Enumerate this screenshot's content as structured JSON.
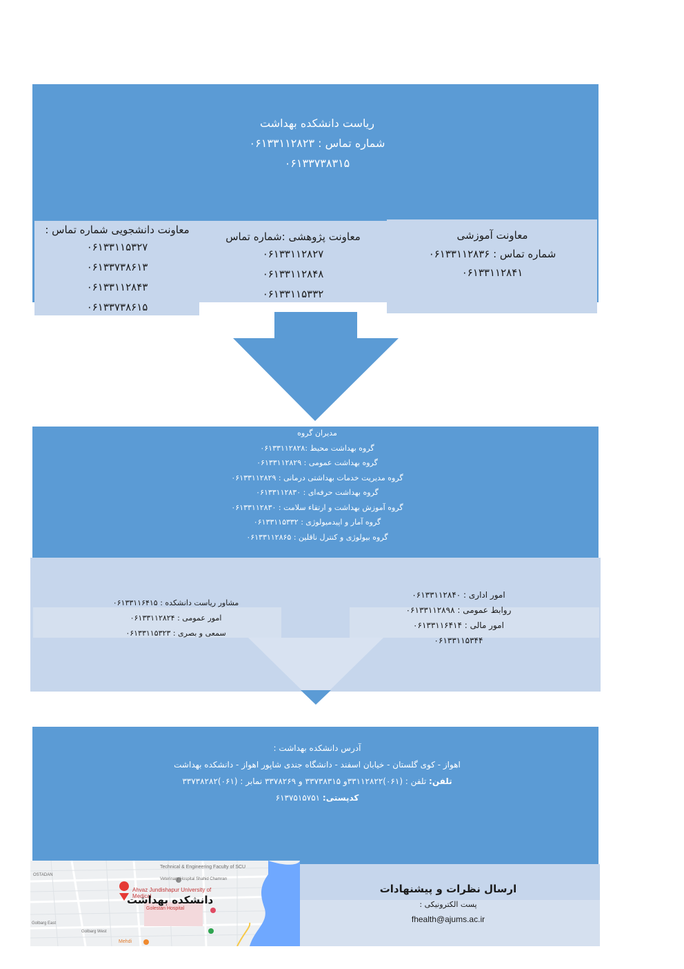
{
  "top_box": {
    "title": "ریاست دانشکده بهداشت",
    "phone_line": "شماره تماس : ۰۶۱۳۳۱۱۲۸۲۳",
    "phone_line2": "۰۶۱۳۳۷۳۸۳۱۵"
  },
  "deputies": {
    "student": {
      "heading": "معاونت دانشجویی شماره تماس :",
      "phones": [
        "۰۶۱۳۳۱۱۵۳۲۷",
        "۰۶۱۳۳۷۳۸۶۱۳",
        "۰۶۱۳۳۱۱۲۸۴۳",
        "۰۶۱۳۳۷۳۸۶۱۵"
      ]
    },
    "research": {
      "heading": "معاونت پژوهشی :شماره تماس",
      "phones": [
        "۰۶۱۳۳۱۱۲۸۲۷",
        "۰۶۱۳۳۱۱۲۸۴۸",
        "۰۶۱۳۳۱۱۵۳۳۲"
      ]
    },
    "education": {
      "heading": "معاونت آموزشی",
      "phones": [
        "شماره تماس : ۰۶۱۳۳۱۱۲۸۳۶",
        "۰۶۱۳۳۱۱۲۸۴۱"
      ]
    }
  },
  "groups_box": {
    "title": "مدیران گروه",
    "lines": [
      "گروه بهداشت محیط :۰۶۱۳۳۱۱۲۸۲۸",
      "گروه بهداشت عمومی : ۰۶۱۳۳۱۱۲۸۲۹",
      "گروه مدیریت خدمات بهداشتی درمانی : ۰۶۱۳۳۱۱۲۸۲۹",
      "گروه بهداشت حرفه‌ای : ۰۶۱۳۳۱۱۲۸۳۰",
      "گروه آموزش بهداشت و ارتقاء سلامت : ۰۶۱۳۳۱۱۲۸۳۰",
      "گروه آمار و اپیدمیولوژی : ۰۶۱۳۳۱۱۵۳۳۲",
      "گروه بیولوژی و کنترل ناقلین : ۰۶۱۳۳۱۱۲۸۶۵"
    ]
  },
  "units": {
    "left": [
      "مشاور ریاست دانشکده : ۰۶۱۳۳۱۱۶۴۱۵",
      "امور عمومی : ۰۶۱۳۳۱۱۲۸۲۴",
      "سمعی و بصری : ۰۶۱۳۳۱۱۵۳۲۳"
    ],
    "right": [
      "امور اداری : ۰۶۱۳۳۱۱۲۸۴۰",
      "روابط عمومی : ۰۶۱۳۳۱۱۲۸۹۸",
      "امور مالی : ۰۶۱۳۳۱۱۶۴۱۴",
      "۰۶۱۳۳۱۱۵۳۴۴"
    ]
  },
  "address_box": {
    "title": "آدرس دانشکده بهداشت :",
    "address": "اهواز - کوی گلستان - خیابان اسفند - دانشگاه جندی شاپور اهواز - دانشکده بهداشت",
    "phone_label": "تلفن:",
    "phone_value": "تلفن : (۰۶۱)۳۳۱۱۲۸۲۲و ۳۳۷۳۸۳۱۵ و ۳۳۷۸۲۶۹ نمابر : (۰۶۱)۳۳۷۳۸۲۸۲",
    "postal_label": "کدپستی:",
    "postal_value": "۶۱۳۷۵۱۵۷۵۱"
  },
  "map": {
    "label": "دانشکده بهداشت",
    "street_1": "OSTADAN",
    "place_1": "Technical & Engineering Faculty of SCU",
    "place_2": "Veterinary Hospital Shahid Chamran",
    "place_3": "Ahvaz Jundishapur University of Medical",
    "place_4": "Golestan Hospital",
    "street_2": "Golbarg East",
    "street_3": "Golbarg West",
    "place_5": "Mehdi",
    "pin_color": "#e53935",
    "river_color": "#6fa8ff"
  },
  "feedback": {
    "title": "ارسال نظرات و پیشنهادات",
    "email_label": "پست الکترونیکی :",
    "email": "fhealth@ajums.ac.ir"
  }
}
